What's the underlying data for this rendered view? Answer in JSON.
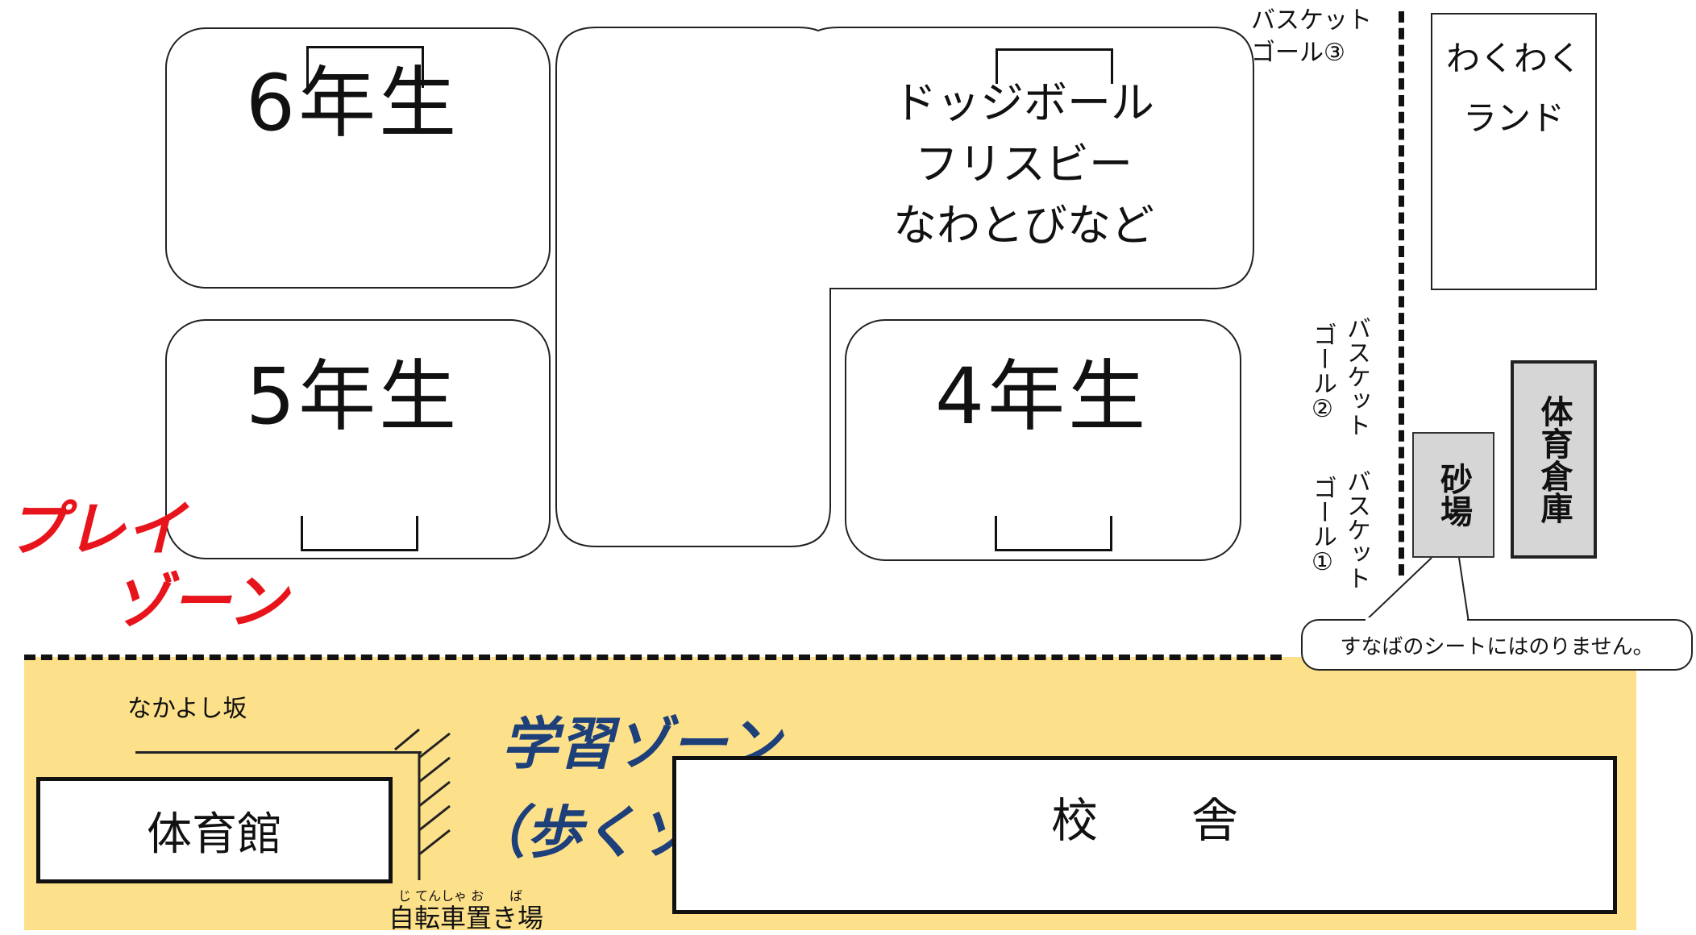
{
  "zones": {
    "grade6": "6年生",
    "grade5": "5年生",
    "grade4": "4年生",
    "activities": [
      "ドッジボール",
      "フリスビー",
      "なわとびなど"
    ],
    "wakuwaku_line1": "わくわく",
    "wakuwaku_line2": "ランド",
    "sandbox": "砂場",
    "storage": "体育倉庫"
  },
  "basket_goals": {
    "goal3_line1": "バスケット",
    "goal3_line2": "ゴール③",
    "goal2_col1": "バスケット",
    "goal2_col2": "ゴール②",
    "goal1_col1": "バスケット",
    "goal1_col2": "ゴール①"
  },
  "callout": "すなばのシートにはのりません。",
  "play_zone": {
    "line1": "プレイ",
    "line2": "ゾーン"
  },
  "study_zone": {
    "line1": "学習ゾーン",
    "line2": "（歩くゾーン）"
  },
  "buildings": {
    "gym": "体育館",
    "school": "校　　舎",
    "slope": "なかよし坂",
    "bike_parking": "自転車置き場",
    "bike_ruby": "じ てんしゃ お　　ば"
  },
  "colors": {
    "study_zone_fill": "#fde08a",
    "play_zone_text": "#e8141b",
    "study_zone_text": "#1d3f7a",
    "gray_fill": "#d6d6d6"
  }
}
